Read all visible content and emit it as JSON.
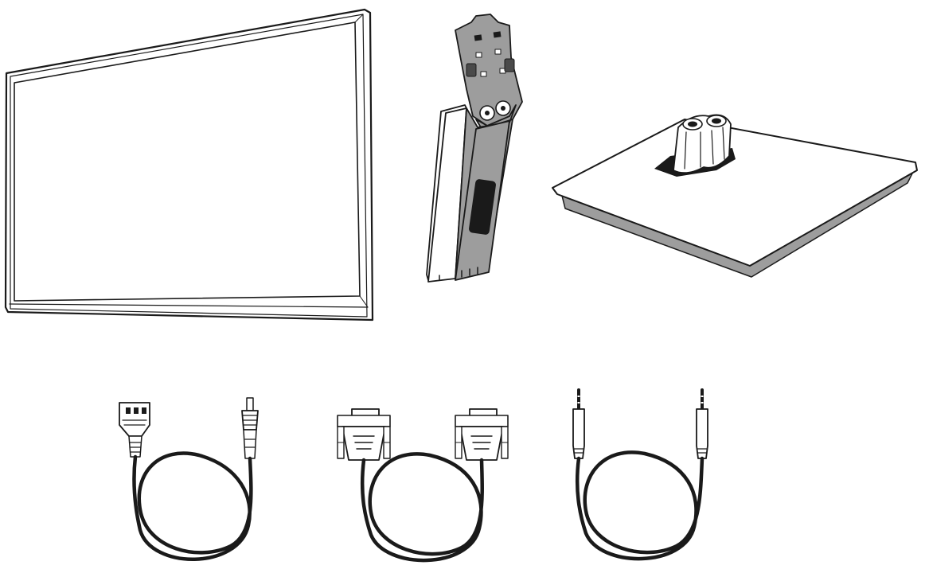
{
  "colors": {
    "ink": "#1a1a1a",
    "bracket_gray": "#9d9d9d",
    "dark_gray": "#4a4a4a",
    "background": "#ffffff"
  },
  "items": [
    {
      "id": "monitor",
      "icon": "monitor-panel-icon"
    },
    {
      "id": "stand-neck",
      "icon": "stand-neck-icon"
    },
    {
      "id": "stand-base",
      "icon": "stand-base-icon"
    },
    {
      "id": "power-cable",
      "icon": "power-cable-icon"
    },
    {
      "id": "vga-cable",
      "icon": "vga-cable-icon"
    },
    {
      "id": "audio-cable",
      "icon": "audio-cable-icon"
    }
  ]
}
